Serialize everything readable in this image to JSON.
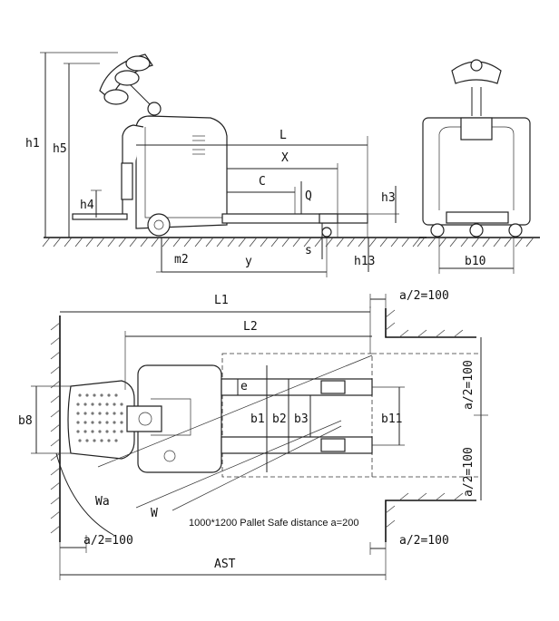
{
  "side_view": {
    "dims": {
      "h1": "h1",
      "h5": "h5",
      "h4": "h4",
      "h3": "h3",
      "h13": "h13",
      "L": "L",
      "X": "X",
      "C": "C",
      "Q": "Q",
      "m2": "m2",
      "y": "y",
      "s": "s"
    }
  },
  "rear_view": {
    "dims": {
      "b10": "b10"
    }
  },
  "top_view": {
    "dims": {
      "L1": "L1",
      "L2": "L2",
      "b8": "b8",
      "e": "e",
      "b1": "b1",
      "b2": "b2",
      "b3": "b3",
      "b11": "b11",
      "Wa": "Wa",
      "W": "W",
      "AST": "AST"
    },
    "clearance_labels": {
      "top_right": "a/2=100",
      "right_upper": "a/2=100",
      "right_lower": "a/2=100",
      "bottom_left": "a/2=100",
      "bottom_right": "a/2=100"
    },
    "note": "1000*1200 Pallet    Safe distance a=200"
  }
}
